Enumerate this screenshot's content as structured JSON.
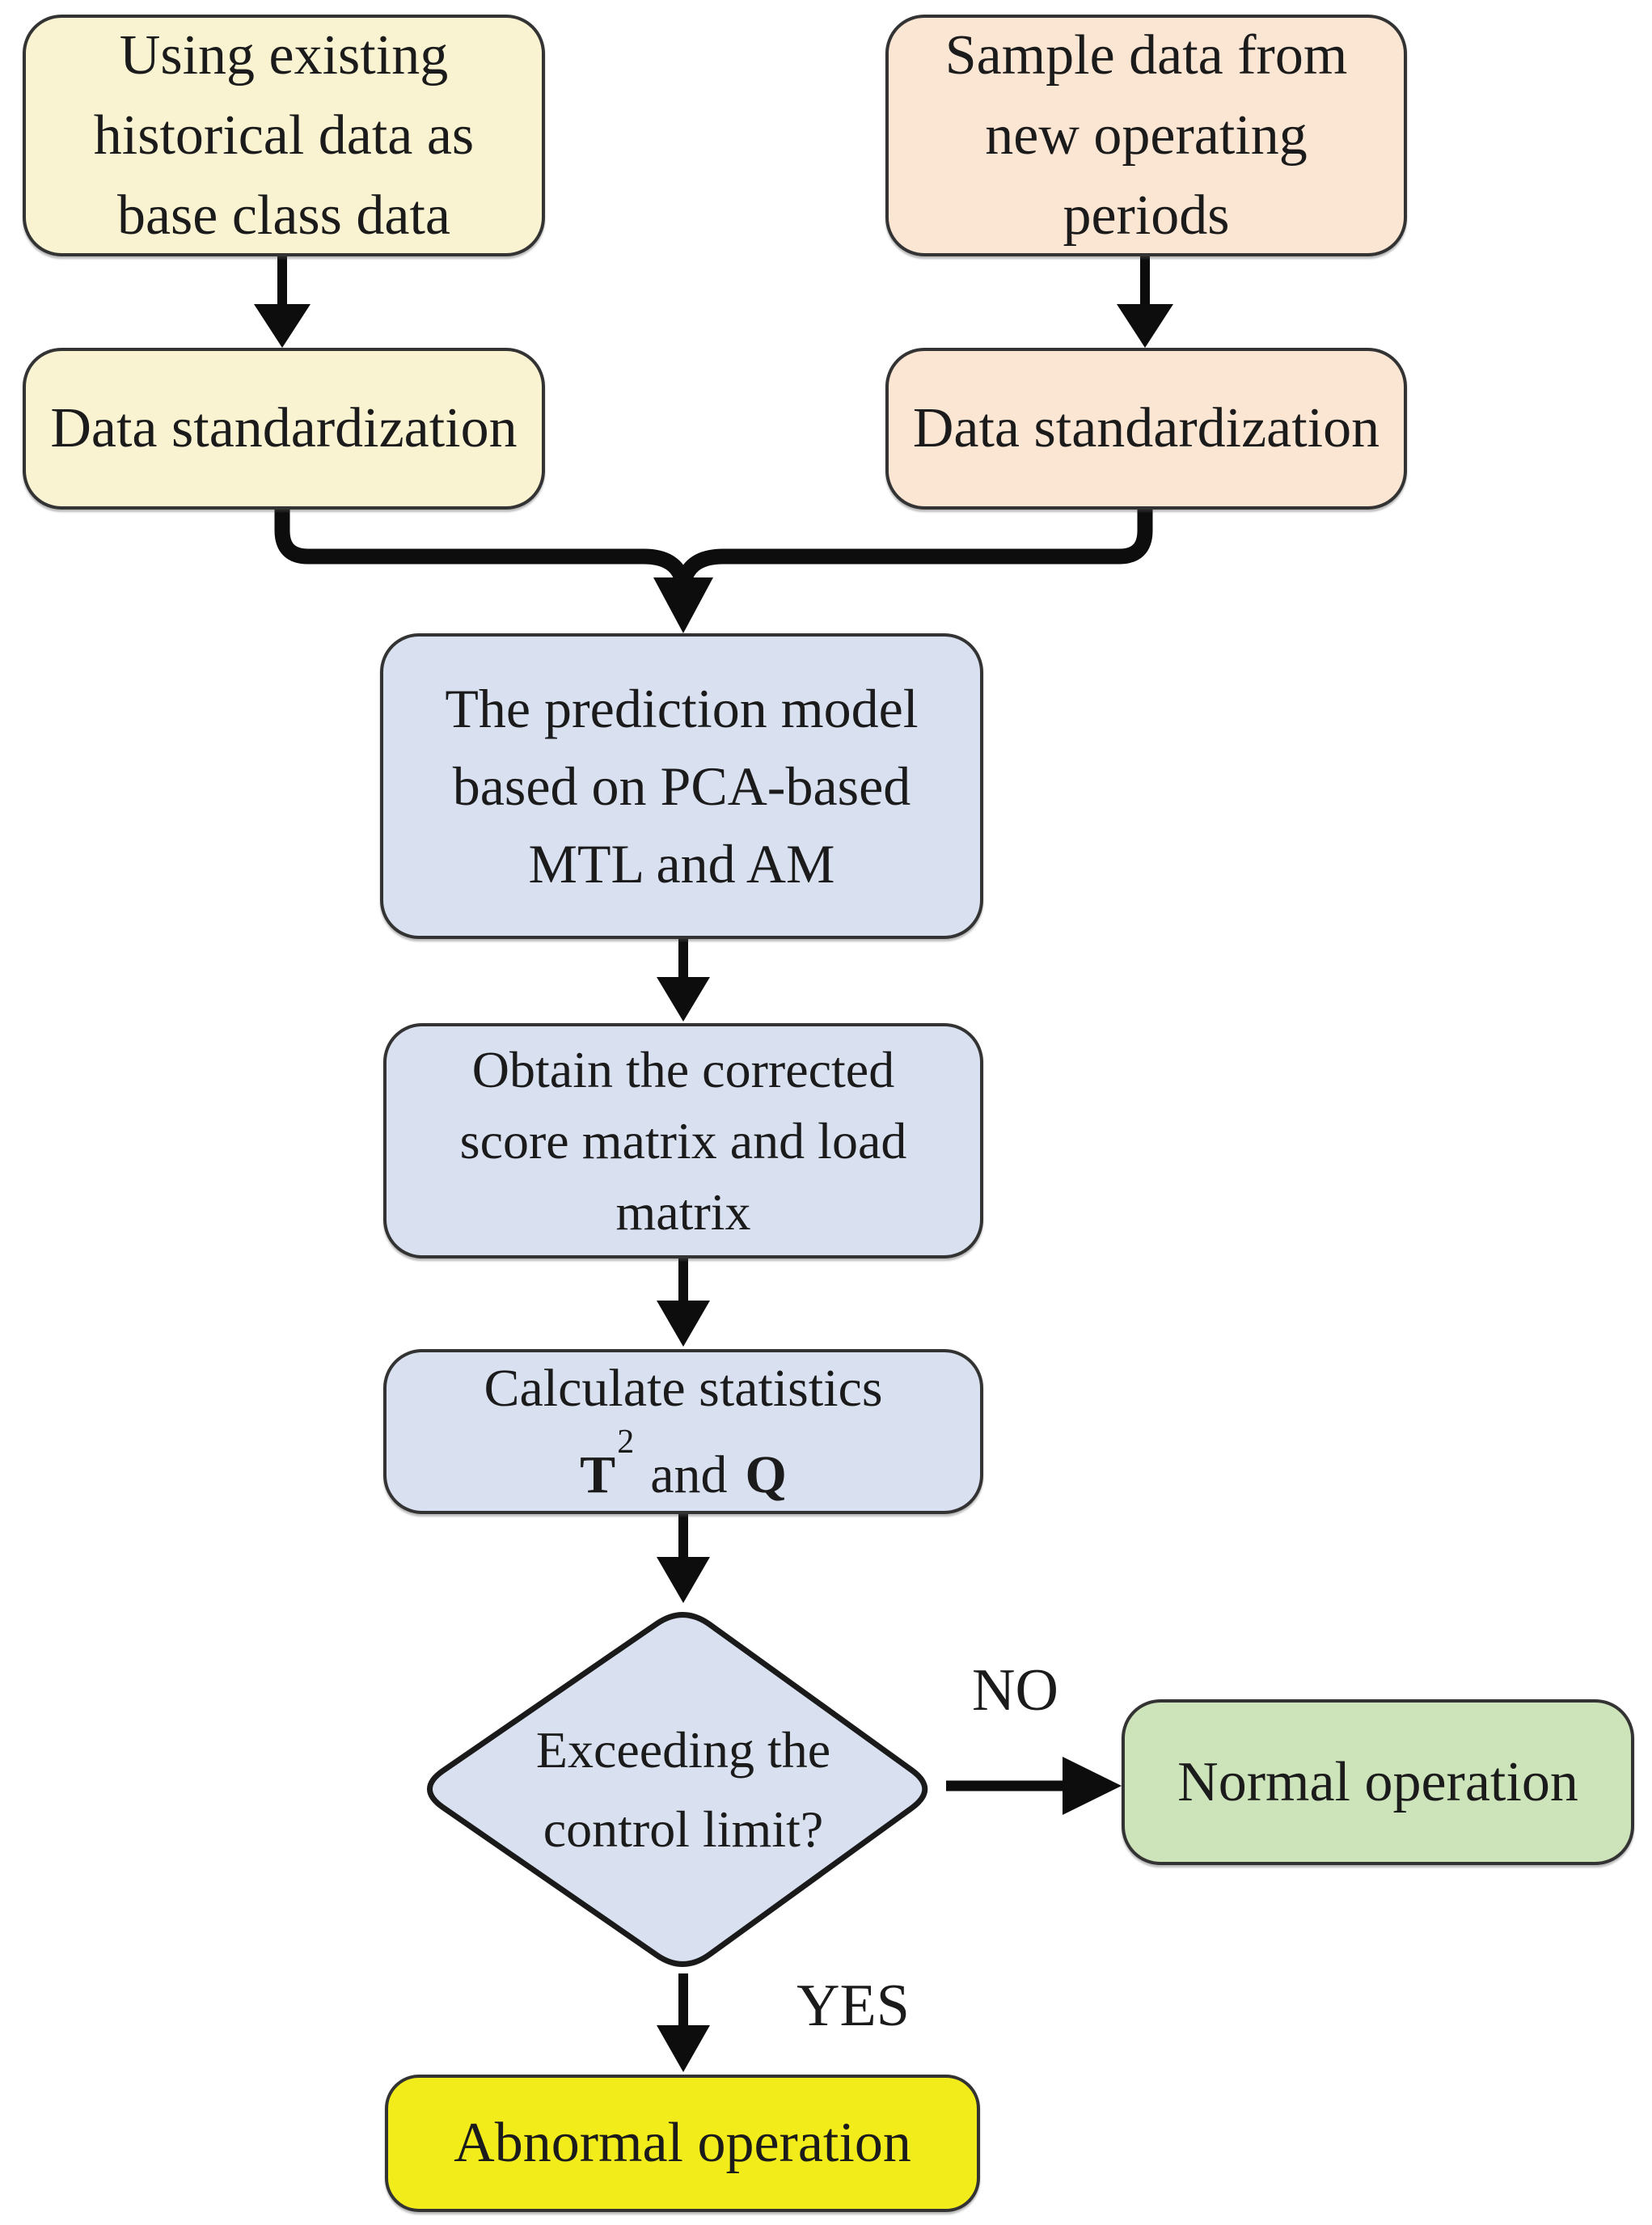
{
  "flowchart": {
    "nodes": {
      "historical_data": {
        "lines": [
          "Using existing",
          "historical data as",
          "base class data"
        ]
      },
      "data_standardization_left": {
        "lines": [
          "Data standardization"
        ]
      },
      "sample_data": {
        "lines": [
          "Sample data from",
          "new operating",
          "periods"
        ]
      },
      "data_standardization_right": {
        "lines": [
          "Data standardization"
        ]
      },
      "prediction_model": {
        "lines": [
          "The prediction model",
          "based on PCA-based",
          "MTL and AM"
        ]
      },
      "obtain_matrix": {
        "lines": [
          "Obtain the corrected",
          "score matrix and load",
          "matrix"
        ]
      },
      "calculate_statistics": {
        "line1": "Calculate statistics",
        "t": "T",
        "t_sup": "2",
        "and": "and",
        "q": "Q"
      },
      "decision": {
        "lines": [
          "Exceeding the",
          "control limit?"
        ]
      },
      "normal_operation": {
        "lines": [
          "Normal operation"
        ]
      },
      "abnormal_operation": {
        "lines": [
          "Abnormal operation"
        ]
      }
    },
    "edge_labels": {
      "no": "NO",
      "yes": "YES"
    },
    "colors": {
      "cream": "#FAF3D2",
      "peach": "#FBE5D3",
      "blue": "#D9E1F1",
      "green": "#CDE3BA",
      "yellow": "#F2EC1A",
      "border": "#333333",
      "arrow": "#0d0d0d"
    }
  }
}
